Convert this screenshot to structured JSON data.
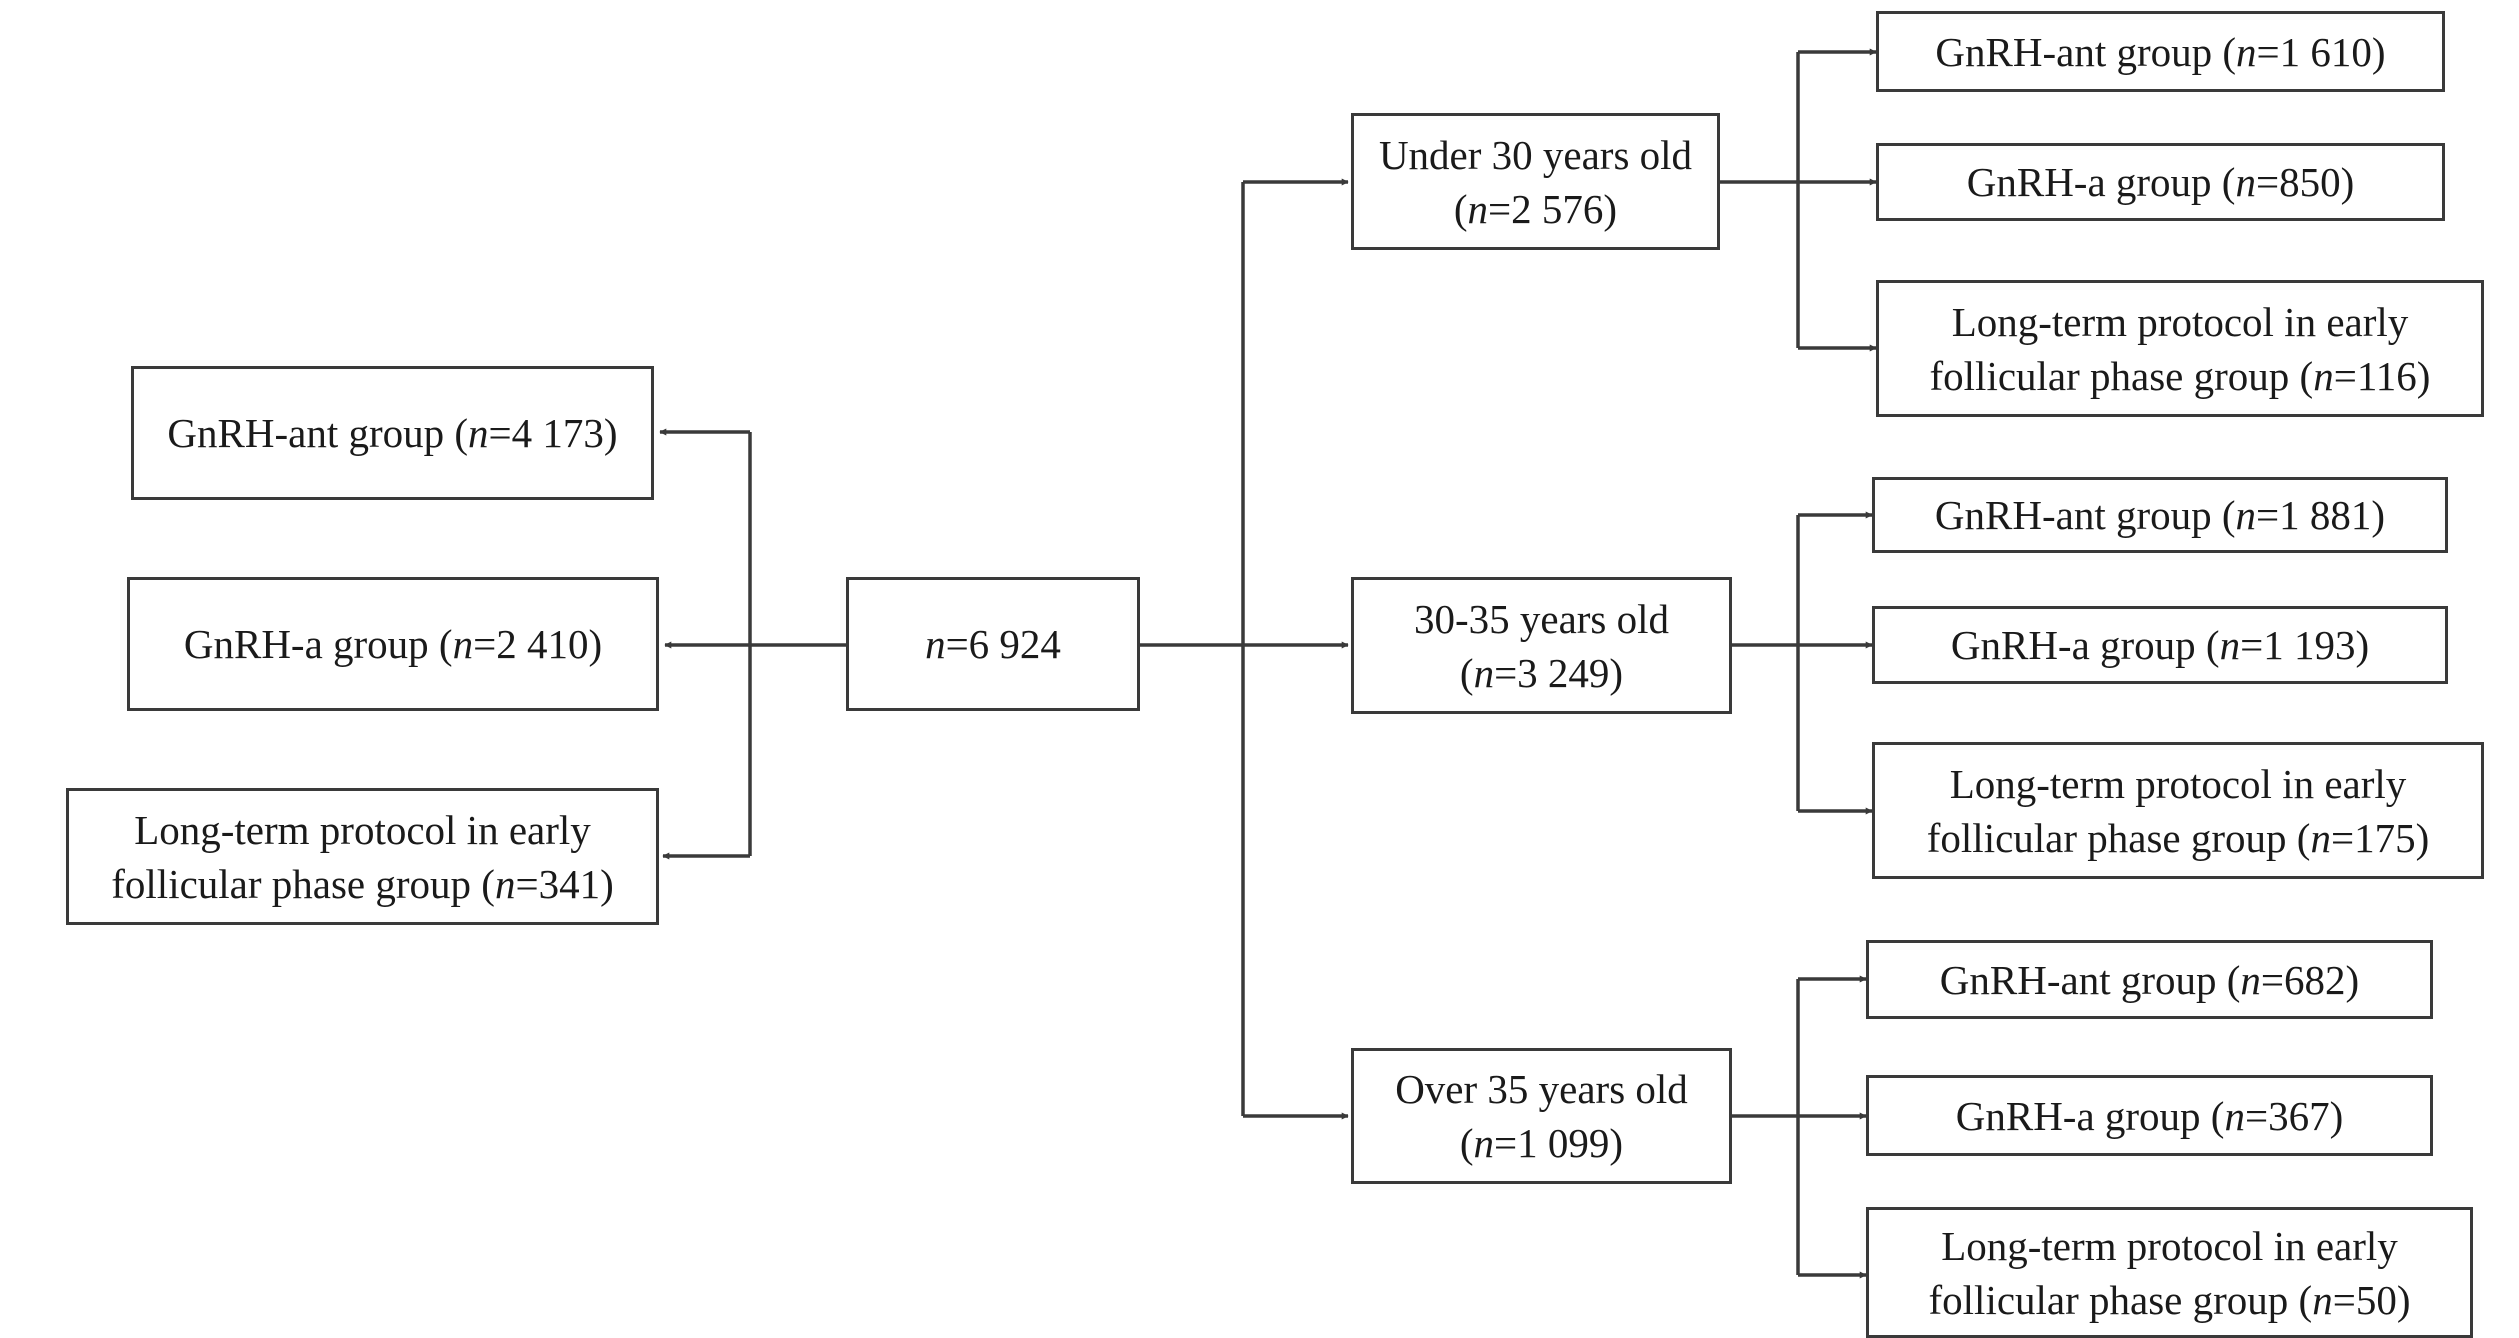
{
  "root": {
    "n_label": "n",
    "n_value": "=6 924"
  },
  "left_groups": [
    {
      "line1": "GnRH-ant group (",
      "n_label": "n",
      "n_value": "=4 173)"
    },
    {
      "line1": "GnRH-a group (",
      "n_label": "n",
      "n_value": "=2 410)"
    },
    {
      "line1": "Long-term protocol in early",
      "line2": "follicular phase group (",
      "n_label": "n",
      "n_value": "=341)"
    }
  ],
  "age_groups": [
    {
      "title": "Under 30 years old",
      "count": {
        "open": "(",
        "n_label": "n",
        "n_value": "=2 576)"
      },
      "subgroups": [
        {
          "line1": "GnRH-ant group (",
          "n_label": "n",
          "n_value": "=1 610)"
        },
        {
          "line1": "GnRH-a group (",
          "n_label": "n",
          "n_value": "=850)"
        },
        {
          "line1": "Long-term protocol in early",
          "line2": "follicular phase group (",
          "n_label": "n",
          "n_value": "=116)"
        }
      ]
    },
    {
      "title": "30-35 years old",
      "count": {
        "open": "(",
        "n_label": "n",
        "n_value": "=3 249)"
      },
      "subgroups": [
        {
          "line1": "GnRH-ant group (",
          "n_label": "n",
          "n_value": "=1 881)"
        },
        {
          "line1": "GnRH-a group (",
          "n_label": "n",
          "n_value": "=1 193)"
        },
        {
          "line1": "Long-term protocol in early",
          "line2": "follicular phase group (",
          "n_label": "n",
          "n_value": "=175)"
        }
      ]
    },
    {
      "title": "Over 35 years old",
      "count": {
        "open": "(",
        "n_label": "n",
        "n_value": "=1 099)"
      },
      "subgroups": [
        {
          "line1": "GnRH-ant group (",
          "n_label": "n",
          "n_value": "=682)"
        },
        {
          "line1": "GnRH-a group (",
          "n_label": "n",
          "n_value": "=367)"
        },
        {
          "line1": "Long-term protocol in early",
          "line2": "follicular phase group (",
          "n_label": "n",
          "n_value": "=50)"
        }
      ]
    }
  ],
  "colors": {
    "line": "#3a3a3a",
    "text": "#1a1a1a",
    "background": "#ffffff"
  }
}
